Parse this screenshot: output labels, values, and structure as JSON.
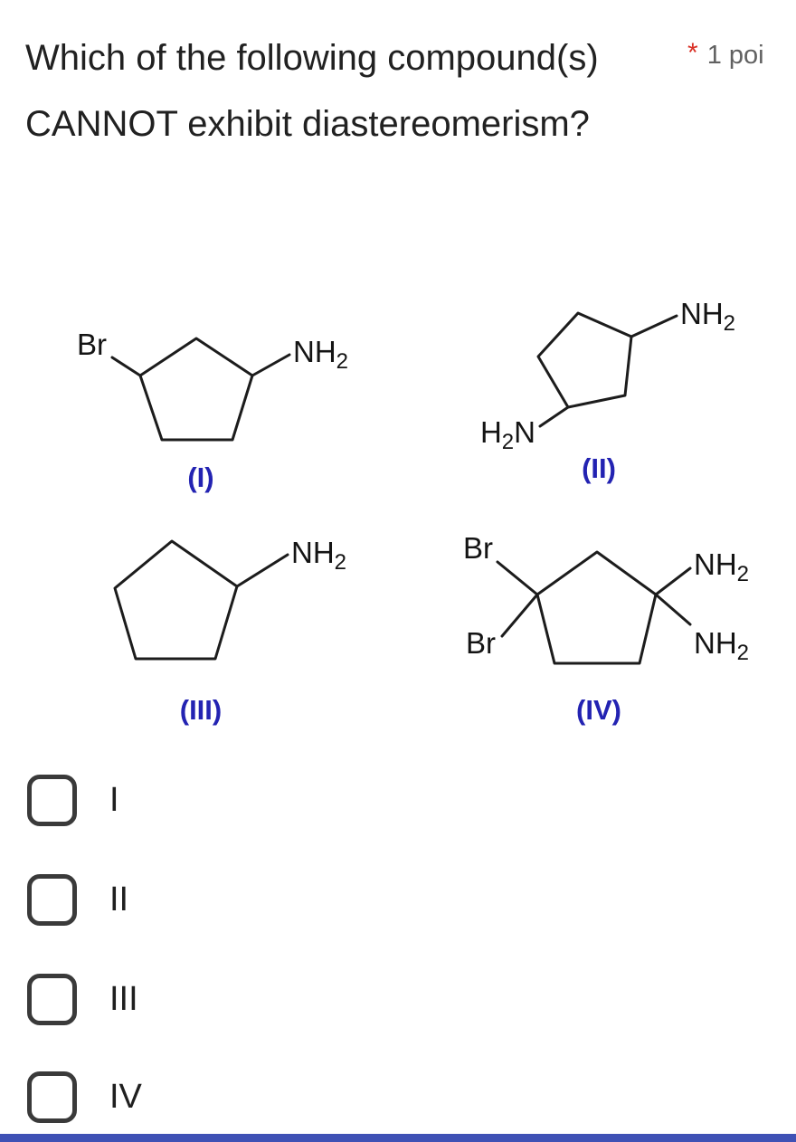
{
  "question": {
    "text": "Which of the following compound(s) CANNOT exhibit diastereomerism?",
    "required_marker": "*",
    "points_label": "1 poi"
  },
  "chem": {
    "br": "Br",
    "nh": "NH",
    "h": "H",
    "n": "N",
    "sub2": "2"
  },
  "structures": [
    {
      "label": "(I)",
      "ring": "cyclopentane",
      "substituents": [
        "Br",
        "NH2"
      ]
    },
    {
      "label": "(II)",
      "ring": "cyclopentane",
      "substituents": [
        "NH2",
        "H2N"
      ]
    },
    {
      "label": "(III)",
      "ring": "cyclopentane",
      "substituents": [
        "NH2"
      ]
    },
    {
      "label": "(IV)",
      "ring": "cyclopentane",
      "substituents": [
        "Br",
        "Br",
        "NH2",
        "NH2"
      ]
    }
  ],
  "options": [
    {
      "label": "I"
    },
    {
      "label": "II"
    },
    {
      "label": "III"
    },
    {
      "label": "IV"
    }
  ],
  "colors": {
    "label_blue": "#2323b2",
    "asterisk_red": "#d93025",
    "bottom_bar_blue": "#3f51b5",
    "text_dark": "#212121"
  }
}
